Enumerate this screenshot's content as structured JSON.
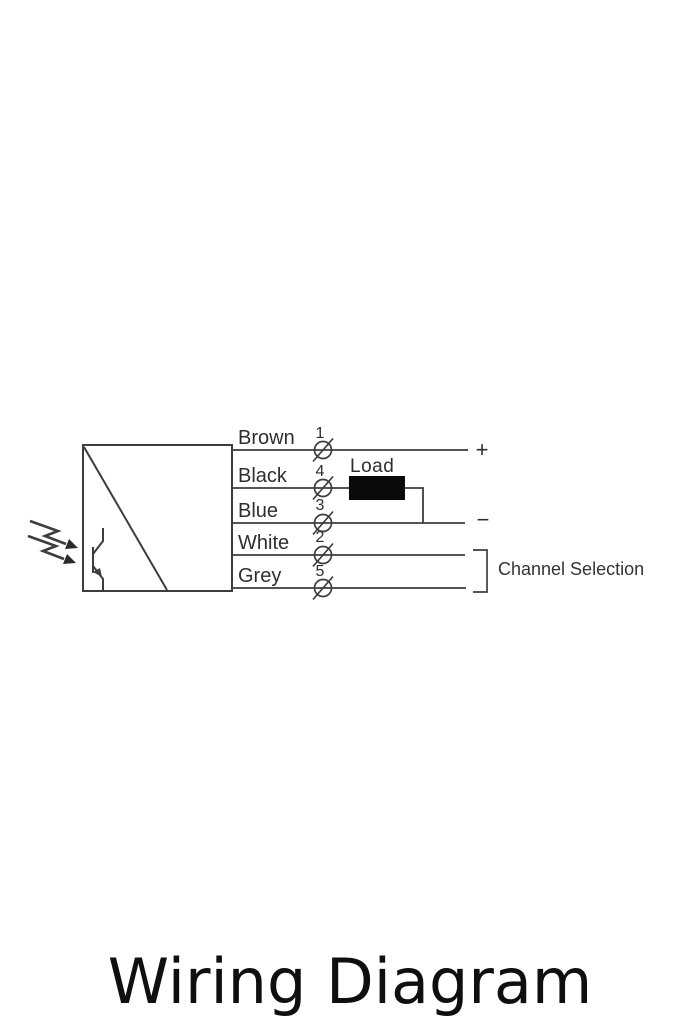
{
  "title": "Wiring Diagram",
  "diagram": {
    "wires": [
      {
        "label": "Brown",
        "terminal": "1"
      },
      {
        "label": "Black",
        "terminal": "4"
      },
      {
        "label": "Blue",
        "terminal": "3"
      },
      {
        "label": "White",
        "terminal": "2"
      },
      {
        "label": "Grey",
        "terminal": "5"
      }
    ],
    "load_label": "Load",
    "polarity": {
      "positive": "+",
      "negative": "−"
    },
    "channel_selection_label": "Channel Selection",
    "colors": {
      "line": "#3d3d3d",
      "load_fill": "#0a0a0a",
      "text": "#2e2e2e",
      "background": "#ffffff"
    }
  }
}
